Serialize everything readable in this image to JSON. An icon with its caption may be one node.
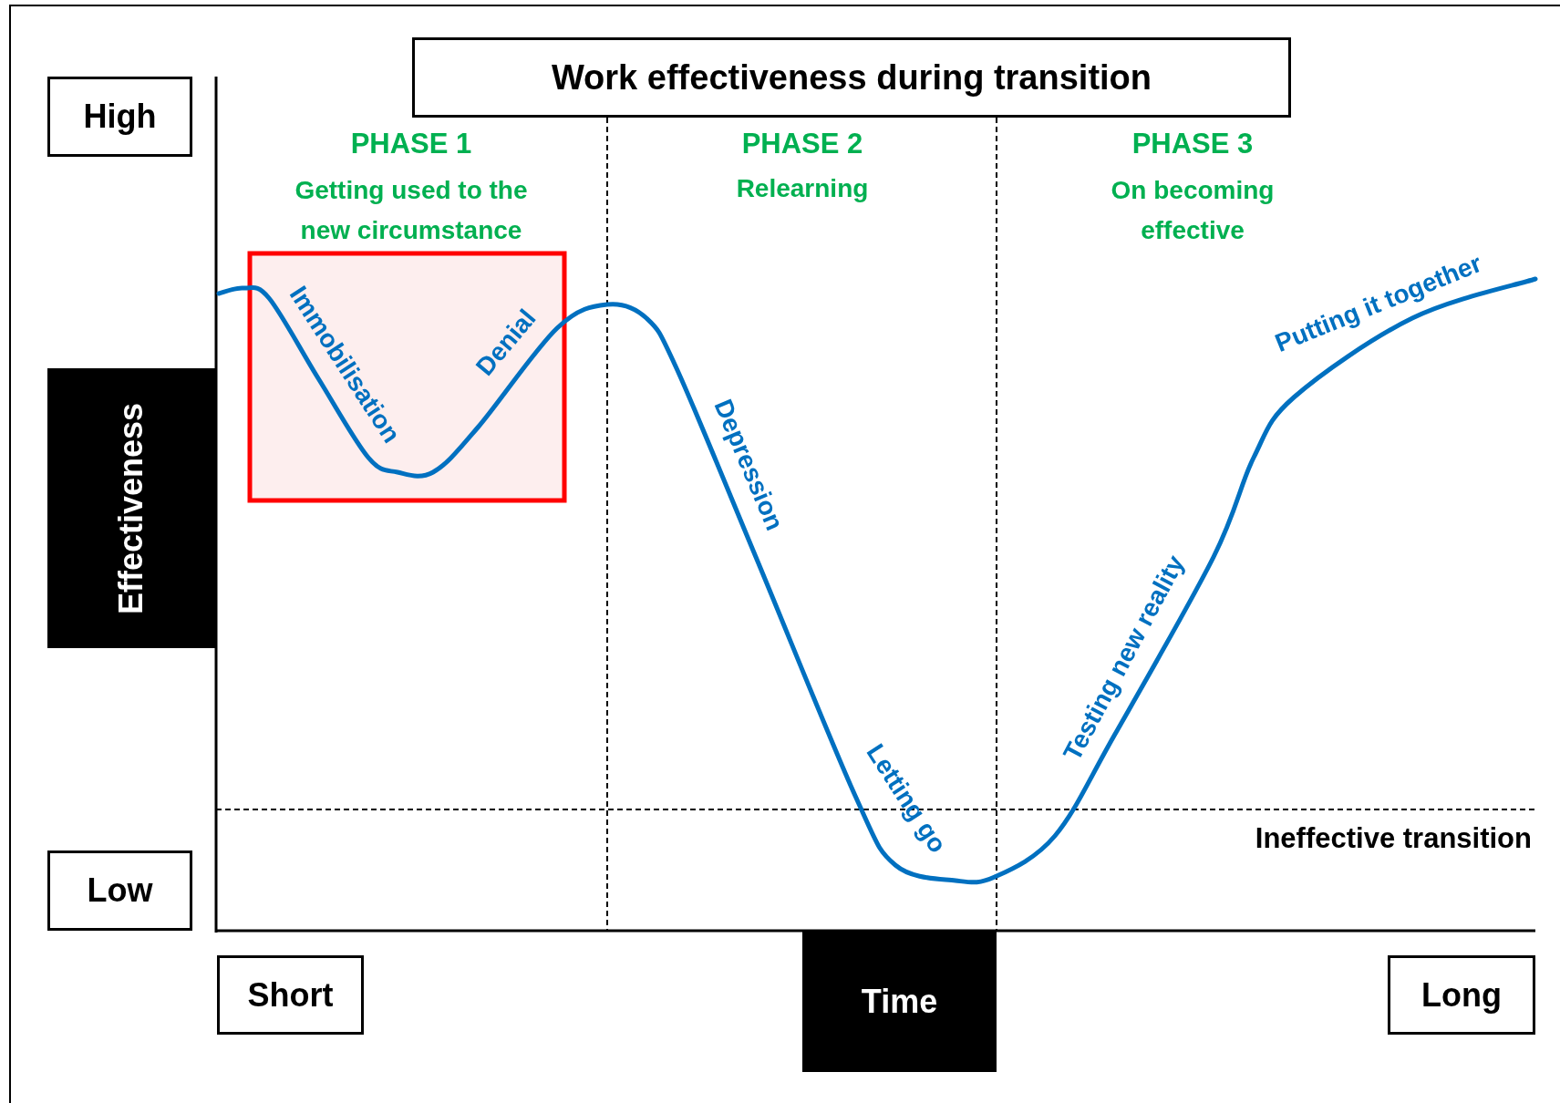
{
  "diagram": {
    "title": "Work effectiveness during transition",
    "nodes": [
      {
        "text": [
          "High"
        ]
      },
      {
        "text": [
          "Low"
        ]
      },
      {
        "text": [
          "Effectiveness"
        ]
      },
      {
        "text": [
          "Short"
        ]
      },
      {
        "text": [
          "Time"
        ]
      },
      {
        "text": [
          "Long"
        ]
      }
    ],
    "labels": [
      "PHASE 1",
      "Getting used to the new circumstance",
      "PHASE 2",
      "Relearning",
      "PHASE 3",
      "On becoming effective",
      "Immobilisation",
      "Denial",
      "Depression",
      "Letting go",
      "Testing new reality",
      "Putting it together",
      "Ineffective transition"
    ]
  }
}
